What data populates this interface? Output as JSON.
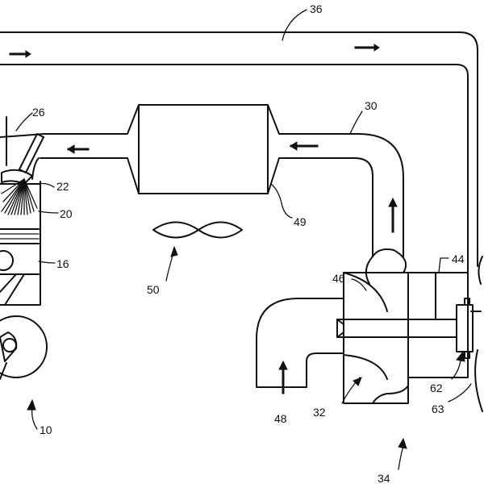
{
  "labels": {
    "ref_10": "10",
    "ref_16": "16",
    "ref_20": "20",
    "ref_22": "22",
    "ref_26": "26",
    "ref_30": "30",
    "ref_32": "32",
    "ref_34": "34",
    "ref_36": "36",
    "ref_44": "44",
    "ref_46": "46",
    "ref_48": "48",
    "ref_49": "49",
    "ref_50": "50",
    "ref_62": "62",
    "ref_63": "63"
  }
}
